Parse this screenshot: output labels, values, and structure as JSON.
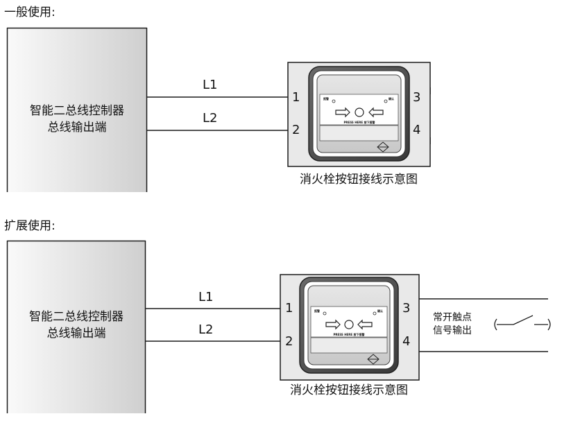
{
  "colors": {
    "line": "#1a1a1a",
    "box_light": "#fafafa",
    "box_dark": "#cfcfcf",
    "button_frame": "#555555"
  },
  "sections": [
    {
      "heading": "一般使用:",
      "controller_line1": "智能二总线控制器",
      "controller_line2": "总线输出端",
      "wire_labels": [
        "L1",
        "L2"
      ],
      "terminals": [
        "1",
        "2",
        "3",
        "4"
      ],
      "button_label_left": "报警",
      "button_label_right": "确认",
      "button_press_text": "PRESS HERE 按下报警",
      "caption": "消火栓按钮接线示意图"
    },
    {
      "heading": "扩展使用:",
      "controller_line1": "智能二总线控制器",
      "controller_line2": "总线输出端",
      "wire_labels": [
        "L1",
        "L2"
      ],
      "terminals": [
        "1",
        "2",
        "3",
        "4"
      ],
      "button_label_left": "报警",
      "button_label_right": "确认",
      "button_press_text": "PRESS HERE 按下报警",
      "caption": "消火栓按钮接线示意图",
      "contact_line1": "常开触点",
      "contact_line2": "信号输出"
    }
  ]
}
